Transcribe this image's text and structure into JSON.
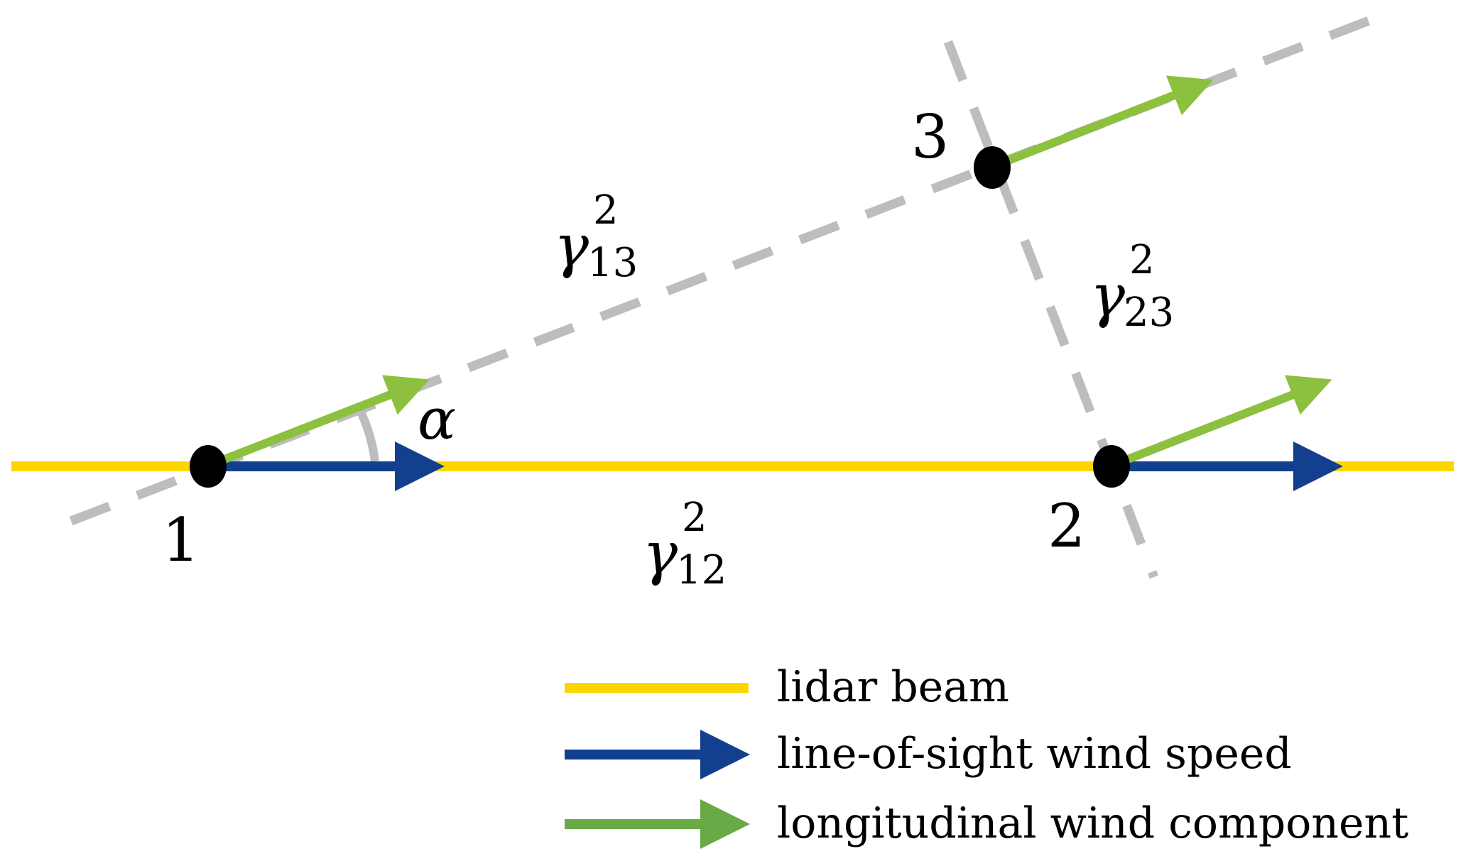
{
  "colors": {
    "lidar_beam": "#FFD500",
    "los_wind": "#12408F",
    "longitudinal_wind": "#8DC03F",
    "legend_green": "#6AAA46",
    "dashed": "#BDBDBD",
    "point": "#000000"
  },
  "points": [
    {
      "label": "1"
    },
    {
      "label": "2"
    },
    {
      "label": "3"
    }
  ],
  "angle_label": "α",
  "coherences": [
    {
      "symbol": "γ",
      "sup": "2",
      "sub": "12"
    },
    {
      "symbol": "γ",
      "sup": "2",
      "sub": "13"
    },
    {
      "symbol": "γ",
      "sup": "2",
      "sub": "23"
    }
  ],
  "legend": [
    {
      "label": "lidar beam"
    },
    {
      "label": "line-of-sight wind speed"
    },
    {
      "label": "longitudinal wind component"
    }
  ]
}
